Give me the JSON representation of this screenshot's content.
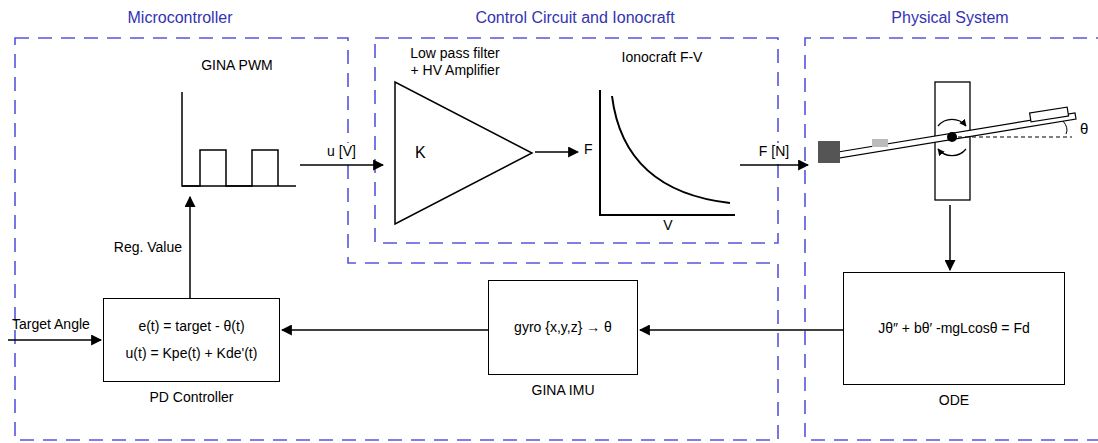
{
  "diagram": {
    "nodes": [
      {
        "text": [
          "Microcontroller"
        ]
      },
      {
        "text": [
          "Control Circuit and Ionocraft"
        ]
      },
      {
        "text": [
          "Physical System"
        ]
      },
      {
        "text": [
          "GINA PWM"
        ],
        "in": 0
      },
      {
        "text": [
          "Low pass filter + HV Amplifier",
          "K"
        ],
        "in": 1
      },
      {
        "text": [
          "Ionocraft F-V",
          "F",
          "V"
        ],
        "in": 1
      },
      {
        "text": [
          "θ"
        ],
        "in": 2
      },
      {
        "text": [
          "Jθ″ + bθ′ -mgLcosθ = Fd",
          "ODE"
        ],
        "in": 2
      },
      {
        "text": [
          "gyro {x,y,z} → θ",
          "GINA IMU"
        ],
        "in": 0
      },
      {
        "text": [
          "e(t) = target - θ(t)",
          "u(t) = Kpe(t) + Kde'(t)",
          "PD Controller"
        ],
        "in": 0
      }
    ],
    "edges": [
      {
        "from": 3,
        "to": 4,
        "label": "u [V]",
        "arrow": "to"
      },
      {
        "from": 4,
        "to": 5,
        "arrow": "to"
      },
      {
        "from": 5,
        "to": 6,
        "label": "F [N]",
        "arrow": "to"
      },
      {
        "from": 6,
        "to": 7,
        "arrow": "to"
      },
      {
        "from": 7,
        "to": 8,
        "arrow": "to"
      },
      {
        "from": 8,
        "to": 9,
        "arrow": "to"
      },
      {
        "from": 9,
        "to": 3,
        "label": "Reg. Value",
        "arrow": "to"
      }
    ],
    "labels": [
      "Target Angle"
    ]
  }
}
